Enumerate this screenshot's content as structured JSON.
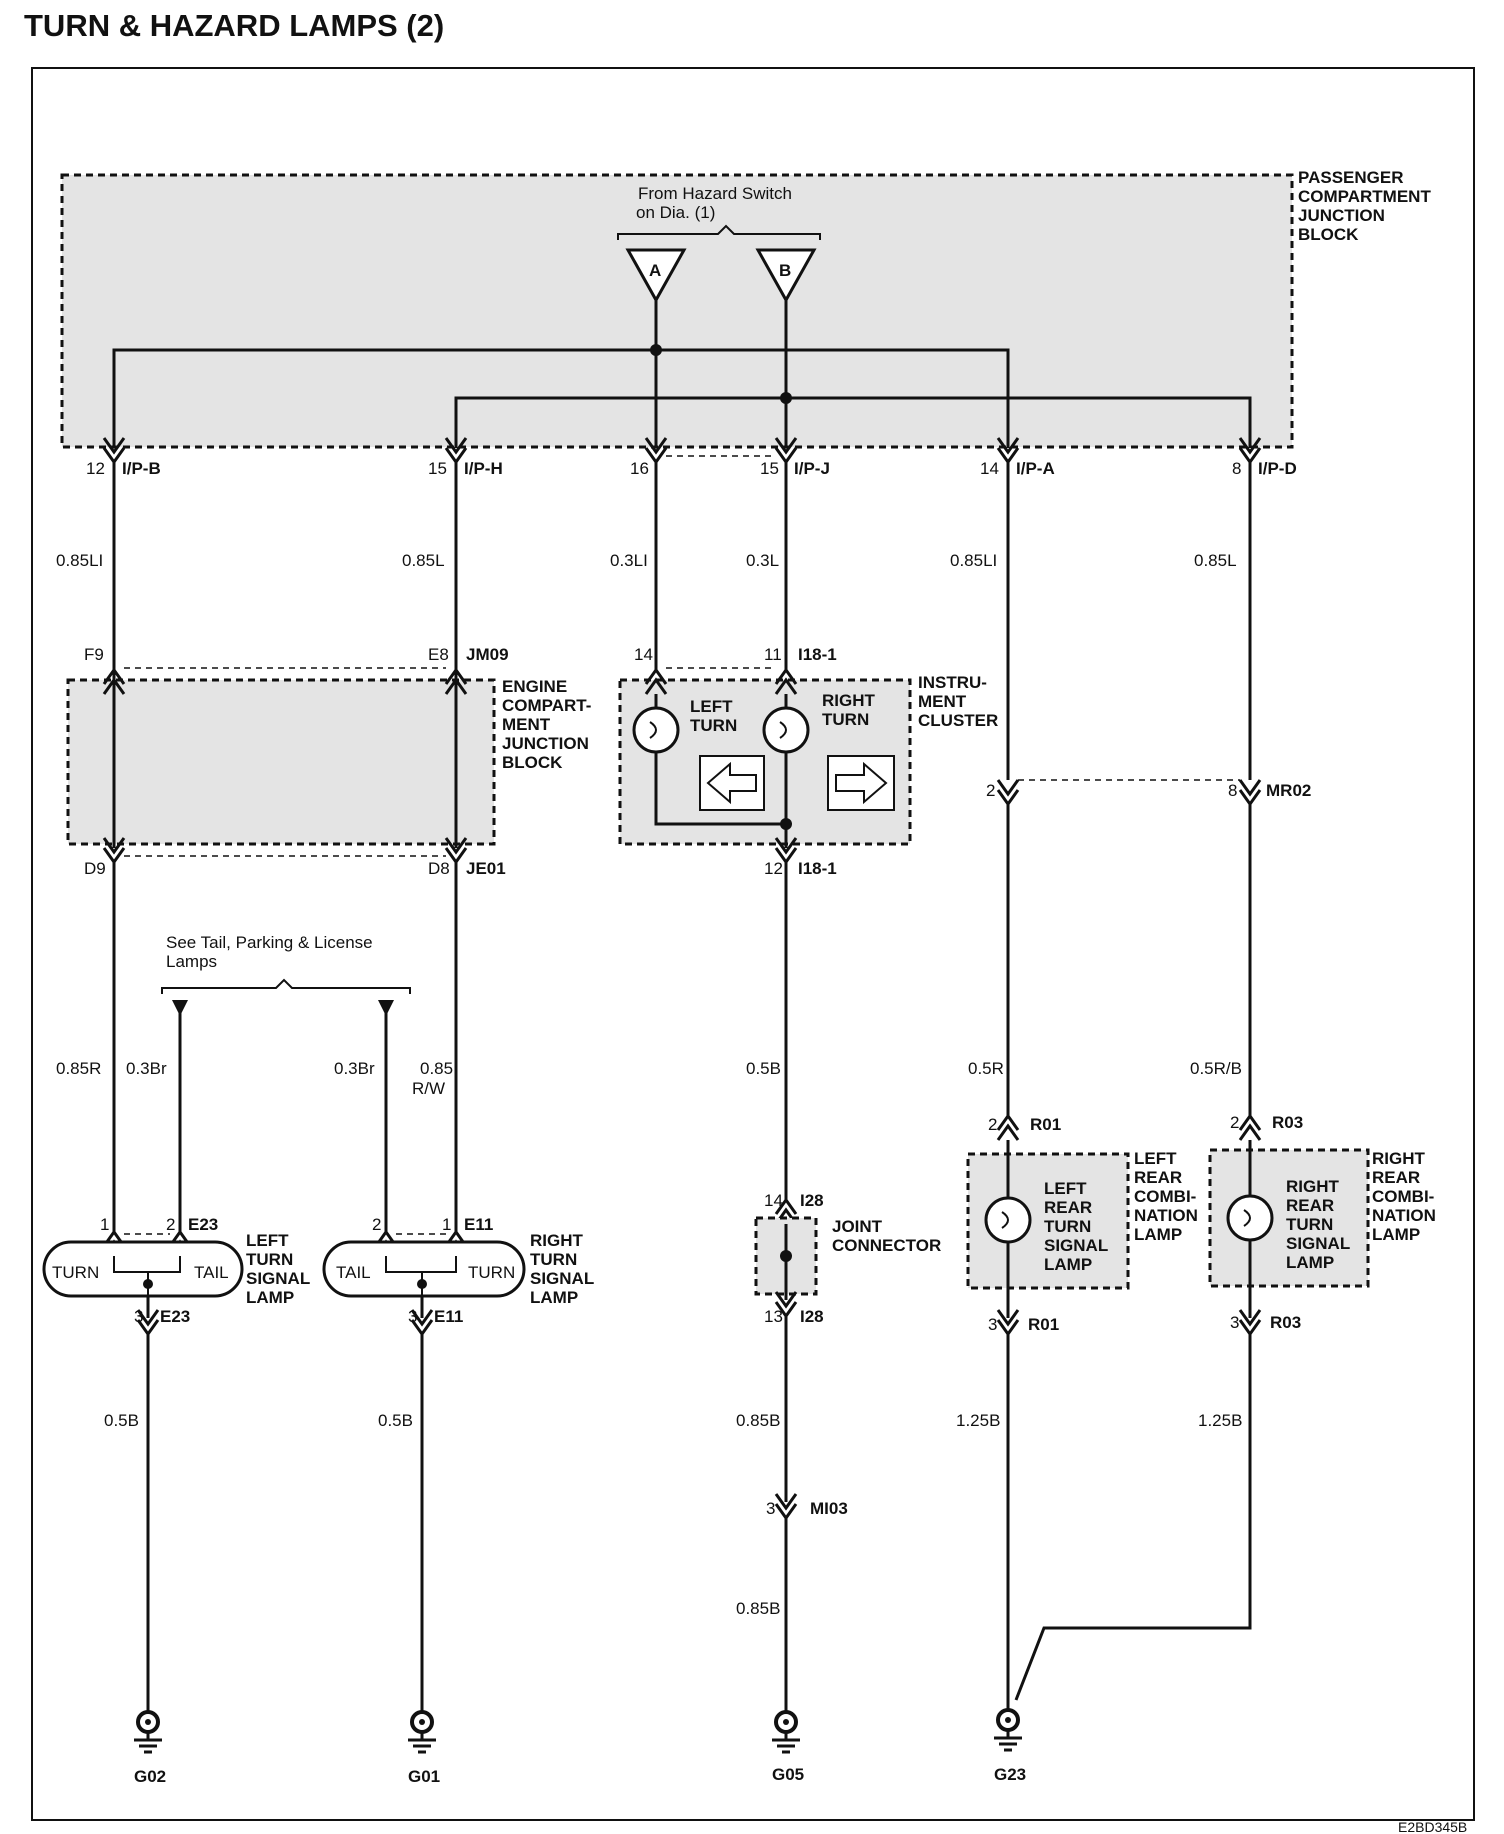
{
  "title": "TURN & HAZARD LAMPS (2)",
  "figure_code": "E2BD345B",
  "hazard_switch": {
    "note_line1": "From Hazard Switch",
    "note_line2": "on Dia. (1)",
    "ref_a": "A",
    "ref_b": "B"
  },
  "passenger_junction_block": {
    "line1": "PASSENGER",
    "line2": "COMPARTMENT",
    "line3": "JUNCTION",
    "line4": "BLOCK"
  },
  "engine_junction_block": {
    "line1": "ENGINE",
    "line2": "COMPART-",
    "line3": "MENT",
    "line4": "JUNCTION",
    "line5": "BLOCK"
  },
  "instrument_cluster": {
    "line1": "INSTRU-",
    "line2": "MENT",
    "line3": "CLUSTER",
    "left_turn_1": "LEFT",
    "left_turn_2": "TURN",
    "right_turn_1": "RIGHT",
    "right_turn_2": "TURN"
  },
  "tail_note": {
    "line1": "See Tail, Parking & License",
    "line2": "Lamps"
  },
  "pins": {
    "ipb_pin": "12",
    "ipb_conn": "I/P-B",
    "iph_pin": "15",
    "iph_conn": "I/P-H",
    "c16_pin": "16",
    "ipj_pin": "15",
    "ipj_conn": "I/P-J",
    "ipa_pin": "14",
    "ipa_conn": "I/P-A",
    "ipd_pin": "8",
    "ipd_conn": "I/P-D",
    "f9": "F9",
    "e8": "E8",
    "jm09": "JM09",
    "d9": "D9",
    "d8": "D8",
    "je01": "JE01",
    "i18_top_pin1": "14",
    "i18_top_pin2": "11",
    "i18_top_conn": "I18-1",
    "i18_bot_pin": "12",
    "i18_bot_conn": "I18-1",
    "mr_left_pin": "2",
    "mr_right_pin": "8",
    "mr_conn": "MR02",
    "r01_top_pin": "2",
    "r01_top_conn": "R01",
    "r03_top_pin": "2",
    "r03_top_conn": "R03",
    "e23_p1": "1",
    "e23_p2": "2",
    "e23_conn": "E23",
    "e11_p2": "2",
    "e11_p1": "1",
    "e11_conn": "E11",
    "e23_p3": "3",
    "e23_bconn": "E23",
    "e11_p3": "3",
    "e11_bconn": "E11",
    "i28_top_pin": "14",
    "i28_top_conn": "I28",
    "i28_bot_pin": "13",
    "i28_bot_conn": "I28",
    "r01_bot_pin": "3",
    "r01_bot_conn": "R01",
    "r03_bot_pin": "3",
    "r03_bot_conn": "R03",
    "mi03_pin": "3",
    "mi03_conn": "MI03"
  },
  "wires": {
    "w1": "0.85LI",
    "w2": "0.85L",
    "w3": "0.3LI",
    "w4": "0.3L",
    "w5": "0.85LI",
    "w6": "0.85L",
    "w7": "0.85R",
    "w8": "0.3Br",
    "w9": "0.3Br",
    "w10a": "0.85",
    "w10b": "R/W",
    "w11": "0.5B",
    "w12": "0.5R",
    "w13": "0.5R/B",
    "w14": "0.5B",
    "w15": "0.5B",
    "w16": "0.85B",
    "w17": "1.25B",
    "w18": "1.25B",
    "w19": "0.85B"
  },
  "left_lamp": {
    "turn": "TURN",
    "tail": "TAIL",
    "line1": "LEFT",
    "line2": "TURN",
    "line3": "SIGNAL",
    "line4": "LAMP"
  },
  "right_lamp": {
    "tail": "TAIL",
    "turn": "TURN",
    "line1": "RIGHT",
    "line2": "TURN",
    "line3": "SIGNAL",
    "line4": "LAMP"
  },
  "joint_connector": {
    "line1": "JOINT",
    "line2": "CONNECTOR"
  },
  "left_rear_lamp": {
    "inner1": "LEFT",
    "inner2": "REAR",
    "inner3": "TURN",
    "inner4": "SIGNAL",
    "inner5": "LAMP",
    "outer1": "LEFT",
    "outer2": "REAR",
    "outer3": "COMBI-",
    "outer4": "NATION",
    "outer5": "LAMP"
  },
  "right_rear_lamp": {
    "inner1": "RIGHT",
    "inner2": "REAR",
    "inner3": "TURN",
    "inner4": "SIGNAL",
    "inner5": "LAMP",
    "outer1": "RIGHT",
    "outer2": "REAR",
    "outer3": "COMBI-",
    "outer4": "NATION",
    "outer5": "LAMP"
  },
  "grounds": {
    "g02": "G02",
    "g01": "G01",
    "g05": "G05",
    "g23": "G23"
  }
}
